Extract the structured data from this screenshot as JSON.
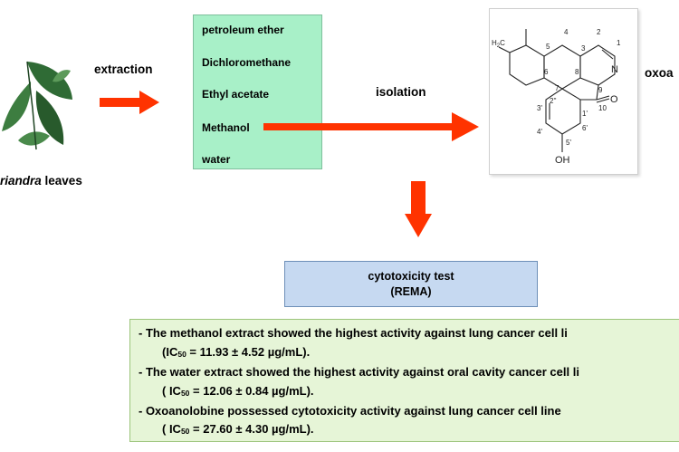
{
  "source": {
    "species_italic": "riandra",
    "label_rest": " leaves"
  },
  "steps": {
    "extraction": "extraction",
    "isolation": "isolation"
  },
  "solvents": [
    "petroleum ether",
    "Dichloromethane",
    "Ethyl acetate",
    "Methanol",
    "water"
  ],
  "compound": {
    "label": "oxoa",
    "structure_labels": {
      "h2c": "H",
      "h2c_sub": "2",
      "h2c_c": "C",
      "n": "N",
      "o": "O",
      "oh": "OH",
      "positions": [
        "5",
        "4",
        "3",
        "2",
        "1",
        "6",
        "8",
        "7",
        "9",
        "10",
        "2''",
        "1'",
        "3'",
        "4'",
        "5'",
        "6'"
      ]
    }
  },
  "assay": {
    "title": "cytotoxicity test",
    "subtitle": "(REMA)"
  },
  "results": [
    {
      "bullet": "-  The methanol extract showed the highest  activity against  lung cancer  cell li",
      "ic_prefix": "(IC",
      "ic_sub": "50",
      "ic_value": " = 11.93 ± 4.52 µg/mL)."
    },
    {
      "bullet": "-  The water extract showed the highest activity against oral cavity cancer cell li",
      "ic_prefix": "( IC",
      "ic_sub": "50",
      "ic_value": " = 12.06 ± 0.84    µg/mL)."
    },
    {
      "bullet": "-  Oxoanolobine possessed cytotoxicity activity against lung cancer  cell line",
      "ic_prefix": "( IC",
      "ic_sub": "50",
      "ic_value": " = 27.60 ± 4.30 µg/mL)."
    }
  ],
  "colors": {
    "arrow": "#ff3300",
    "solvent_box": "#a8f0c8",
    "assay_box": "#c6d9f1",
    "results_box": "#e6f5d7"
  },
  "icons": [
    "leaf-image",
    "arrow-right",
    "arrow-down",
    "chemical-structure"
  ]
}
